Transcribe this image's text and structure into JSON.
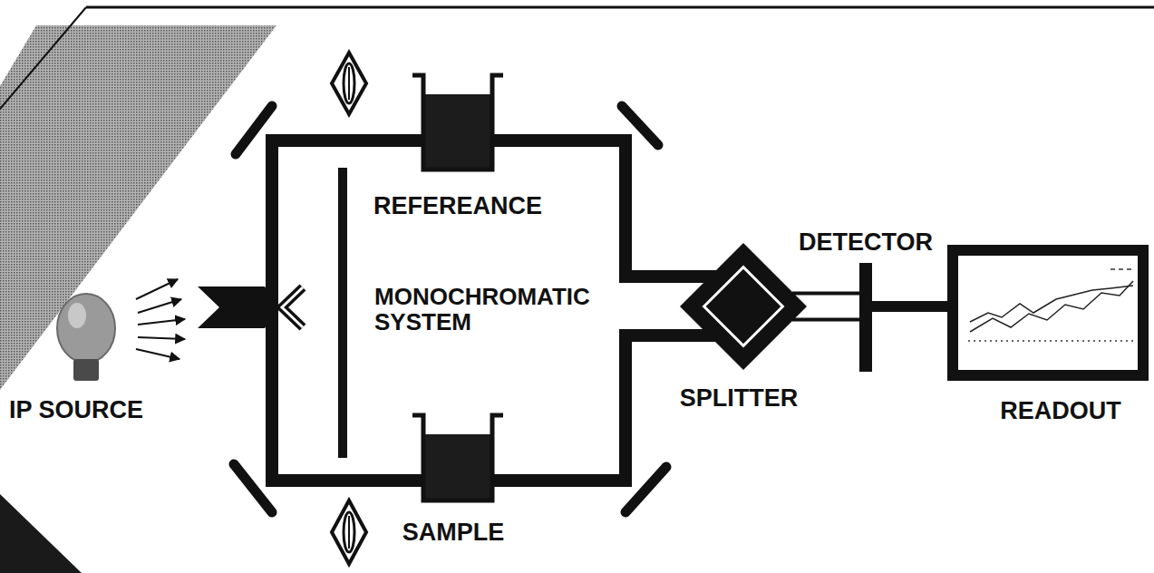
{
  "diagram": {
    "nodes": [
      {
        "text": [
          "IP SOURCE"
        ]
      },
      {
        "text": [
          "REFEREANCE"
        ]
      },
      {
        "text": [
          "SAMPLE"
        ]
      },
      {
        "text": [
          "SPLITTER"
        ]
      },
      {
        "text": [
          "DETECTOR"
        ]
      },
      {
        "text": [
          "READOUT"
        ]
      }
    ],
    "edges": [
      {
        "from": 0,
        "to": 1,
        "arrow": "none"
      },
      {
        "from": 0,
        "to": 2,
        "arrow": "none"
      },
      {
        "from": 1,
        "to": 3,
        "arrow": "none"
      },
      {
        "from": 2,
        "to": 3,
        "arrow": "none"
      },
      {
        "from": 3,
        "to": 4,
        "arrow": "none"
      },
      {
        "from": 4,
        "to": 5,
        "arrow": "none"
      }
    ],
    "labels": [
      "MONOCHROMATIC SYSTEM"
    ]
  }
}
